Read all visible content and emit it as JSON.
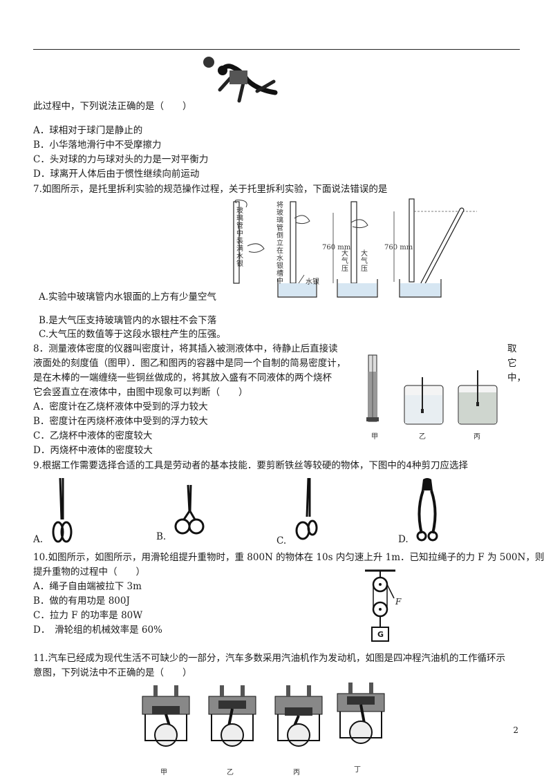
{
  "page_number": "2",
  "q6": {
    "stem": "此过程中，下列说法正确的是（　　）",
    "options": [
      "A．球相对于球门是静止的",
      "B．小华落地滑行中不受摩擦力",
      "C．头对球的力与球对头的力是一对平衡力",
      "D．球离开人体后由于惯性继续向前运动"
    ]
  },
  "q7": {
    "stem": "7.如图所示，是托里拆利实验的规范操作过程，关于托里拆利实验，下面说法错误的是",
    "options": [
      "A.实验中玻璃管内水银面的上方有少量空气",
      "B.是大气压支持玻璃管内的水银柱不会下落",
      "C.大气压的数值等于这段水银柱产生的压强。"
    ],
    "fig_labels": {
      "tube1": "玻璃管中装满水银",
      "tube2": "将玻璃管倒立在水银槽中",
      "mercury": "水银",
      "h1": "760 mm",
      "h2": "760 mm",
      "air1": "大气压",
      "air2": "大气压"
    }
  },
  "q8": {
    "lines": [
      "8．测量液体密度的仪器叫密度计，将其插入被测液体中，待静止后直接读",
      "液面处的刻度值（图甲）．图乙和图丙的容器中是同一个自制的简易密度计，",
      "是在木棒的一端缠绕一些铜丝做成的，将其放入盛有不同液体的两个烧杯",
      "它会竖直立在液体中，由图中现象可以判断（　　）"
    ],
    "right_words": [
      "取",
      "它",
      "中，"
    ],
    "options": [
      "A．密度计在乙烧杯液体中受到的浮力较大",
      "B．密度计在丙烧杯液体中受到的浮力较大",
      "C．乙烧杯中液体的密度较大",
      "D．丙烧杯中液体的密度较大"
    ],
    "fig_labels": [
      "甲",
      "乙",
      "丙"
    ]
  },
  "q9": {
    "stem_a": "9.根据工作需要选择合适的工具是劳动者的基本技能．要剪断铁丝等较硬的物体，下图中的",
    "stem_num": "4",
    "stem_b": "种剪刀应选择",
    "labels": [
      "A.",
      "B.",
      "C.",
      "D."
    ]
  },
  "q10": {
    "lines": [
      "10.如图所示，如图所示，用滑轮组提升重物时，重 800N 的物体在 10s 内匀速上升 1m．已知拉绳子的力 F 为 500N，则",
      "提升重物的过程中（　　）"
    ],
    "options": [
      "A．绳子自由端被拉下 3m",
      "B．做的有用功是 800J",
      "C．拉力 F 的功率是 80W",
      "D．　滑轮组的机械效率是 60%"
    ],
    "fig_labels": {
      "force": "F",
      "weight": "G"
    }
  },
  "q11": {
    "lines": [
      "11.汽车已经成为现代生活不可缺少的一部分，汽车多数采用汽油机作为发动机，如图是四冲程汽油机的工作循环示",
      "意图，下列说法中不正确的是（　　）"
    ],
    "fig_labels": [
      "甲",
      "乙",
      "丙",
      "丁"
    ]
  }
}
